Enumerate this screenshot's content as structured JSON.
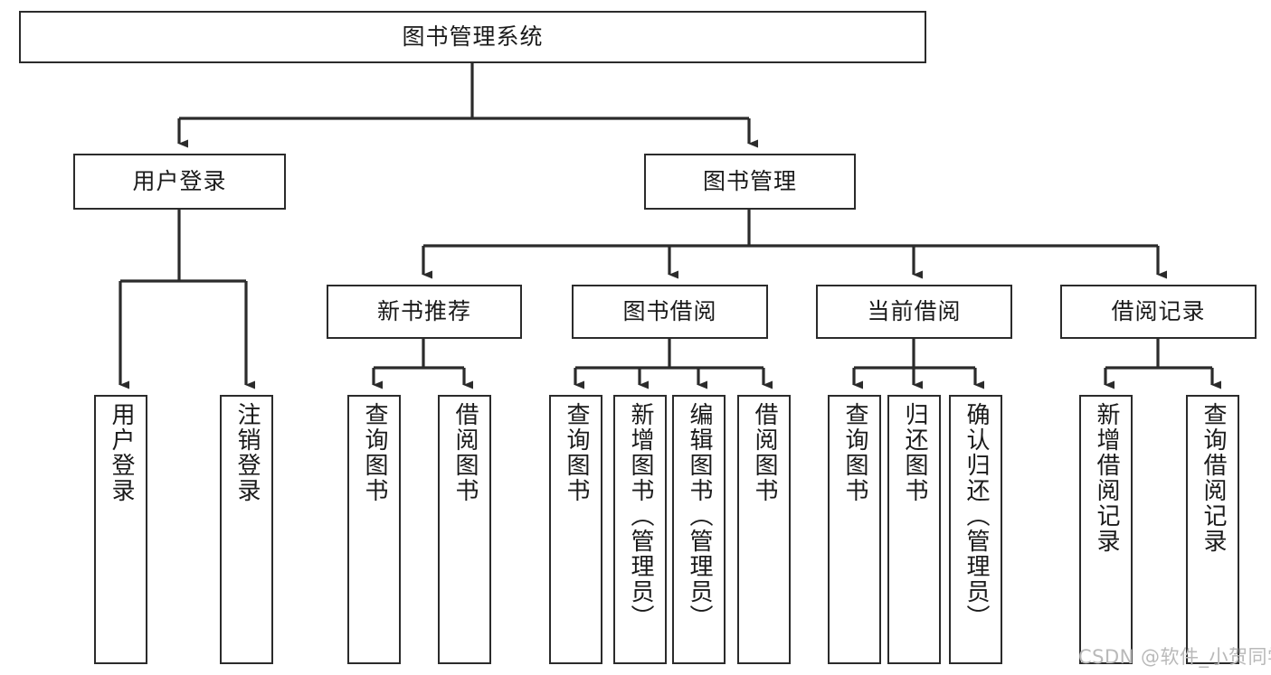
{
  "diagram": {
    "type": "tree-hierarchy-chart",
    "title": "图书管理系统",
    "line_color": "#2b2b2b",
    "box_fill": "#ffffff",
    "text_color": "#1a1a1a",
    "levels": 4,
    "root": {
      "id": "root",
      "label": "图书管理系统"
    },
    "level2": [
      {
        "id": "user-login",
        "label": "用户登录"
      },
      {
        "id": "book-management",
        "label": "图书管理"
      }
    ],
    "level3": [
      {
        "id": "new-book-recommend",
        "label": "新书推荐",
        "parent": "book-management"
      },
      {
        "id": "book-borrow",
        "label": "图书借阅",
        "parent": "book-management"
      },
      {
        "id": "current-borrow",
        "label": "当前借阅",
        "parent": "book-management"
      },
      {
        "id": "borrow-record",
        "label": "借阅记录",
        "parent": "book-management"
      }
    ],
    "leaves": {
      "user_login": [
        {
          "id": "leaf-user-login",
          "label": "用户登录"
        },
        {
          "id": "leaf-logout",
          "label": "注销登录"
        }
      ],
      "new_book_recommend": [
        {
          "id": "leaf-query-book-1",
          "label": "查询图书"
        },
        {
          "id": "leaf-borrow-book-1",
          "label": "借阅图书"
        }
      ],
      "book_borrow": [
        {
          "id": "leaf-query-book-2",
          "label": "查询图书"
        },
        {
          "id": "leaf-add-book",
          "label": "新增图书（管理员）"
        },
        {
          "id": "leaf-edit-book",
          "label": "编辑图书（管理员）"
        },
        {
          "id": "leaf-borrow-book-2",
          "label": "借阅图书"
        }
      ],
      "current_borrow": [
        {
          "id": "leaf-query-book-3",
          "label": "查询图书"
        },
        {
          "id": "leaf-return-book",
          "label": "归还图书"
        },
        {
          "id": "leaf-confirm-return",
          "label": "确认归还（管理员）"
        }
      ],
      "borrow_record": [
        {
          "id": "leaf-add-record",
          "label": "新增借阅记录"
        },
        {
          "id": "leaf-query-record",
          "label": "查询借阅记录"
        }
      ]
    }
  },
  "watermark": {
    "text": "CSDN @软件_小贺同学"
  }
}
